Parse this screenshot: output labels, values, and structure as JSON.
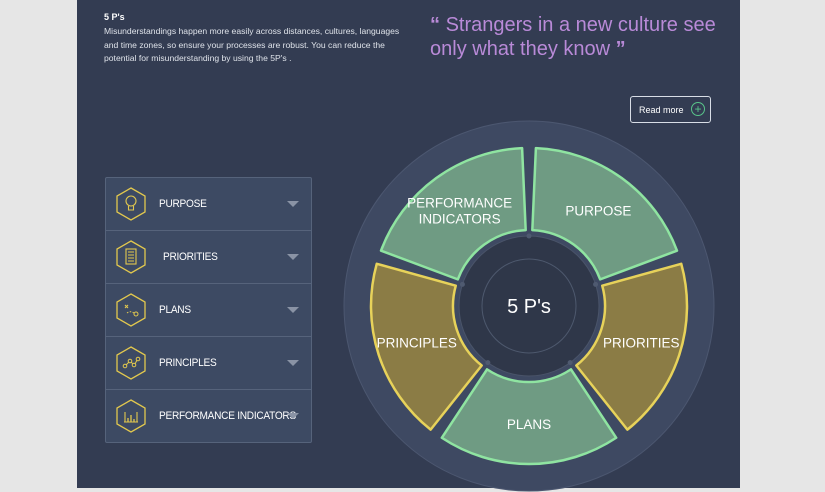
{
  "intro": {
    "title": "5 P's",
    "text": "Misunderstandings happen more easily across distances, cultures, languages and time zones, so ensure your processes are robust. You can reduce the potential for misunderstanding by using the 5P's ."
  },
  "quote": {
    "open": "“",
    "text": "Strangers in a new culture see only what they know",
    "close": "”"
  },
  "read_more": {
    "label": "Read more",
    "icon": "plus-circle-icon"
  },
  "accordion": {
    "items": [
      {
        "label": "PURPOSE",
        "icon": "lightbulb-icon"
      },
      {
        "label": "PRIORITIES",
        "icon": "document-list-icon"
      },
      {
        "label": "PLANS",
        "icon": "route-plan-icon"
      },
      {
        "label": "PRINCIPLES",
        "icon": "connected-nodes-icon"
      },
      {
        "label": "PERFORMANCE INDICATORS",
        "icon": "bar-gauge-icon"
      }
    ]
  },
  "wheel": {
    "center_label": "5 P's",
    "segments": [
      {
        "lines": [
          "PURPOSE"
        ],
        "style": "green"
      },
      {
        "lines": [
          "PRIORITIES"
        ],
        "style": "gold"
      },
      {
        "lines": [
          "PLANS"
        ],
        "style": "green"
      },
      {
        "lines": [
          "PRINCIPLES"
        ],
        "style": "gold"
      },
      {
        "lines": [
          "PERFORMANCE",
          "INDICATORS"
        ],
        "style": "green"
      }
    ]
  },
  "colors": {
    "background": "#333c52",
    "quote": "#b98ad8",
    "green_fill": "#6f9b83",
    "green_stroke": "#8fe4a1",
    "gold_fill": "#8b7c45",
    "gold_stroke": "#e7d25a",
    "accent_plus": "#59c48a"
  }
}
